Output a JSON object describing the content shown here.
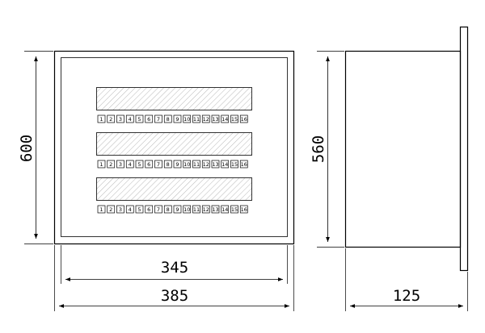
{
  "dimensions": {
    "front_height": "600",
    "inner_width": "345",
    "outer_width": "385",
    "side_height": "560",
    "depth": "125"
  },
  "terminal_rows": [
    {
      "labels": [
        "1",
        "2",
        "3",
        "4",
        "5",
        "6",
        "7",
        "8",
        "9",
        "10",
        "11",
        "12",
        "13",
        "14",
        "15",
        "16"
      ]
    },
    {
      "labels": [
        "1",
        "2",
        "3",
        "4",
        "5",
        "6",
        "7",
        "8",
        "9",
        "10",
        "11",
        "12",
        "13",
        "14",
        "15",
        "16"
      ]
    },
    {
      "labels": [
        "1",
        "2",
        "3",
        "4",
        "5",
        "6",
        "7",
        "8",
        "9",
        "10",
        "11",
        "12",
        "13",
        "14",
        "15",
        "16"
      ]
    }
  ]
}
